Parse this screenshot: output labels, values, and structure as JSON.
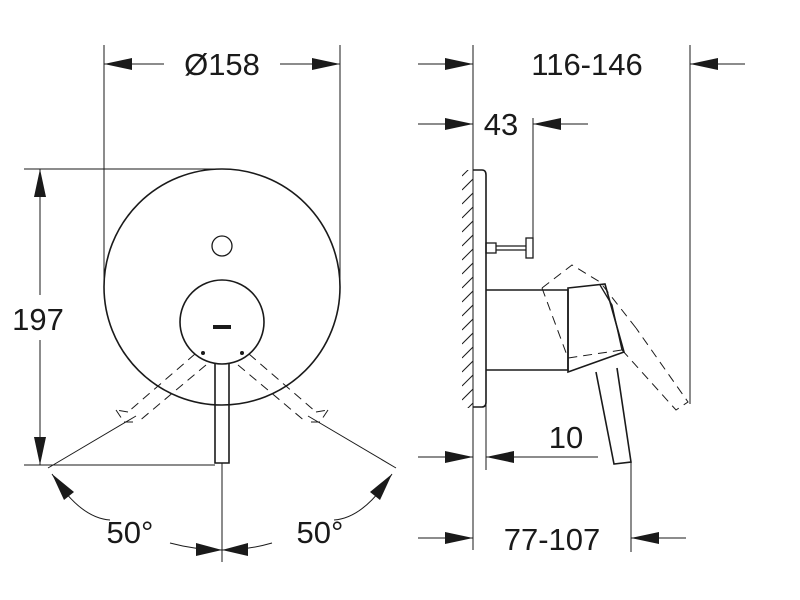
{
  "drawing": {
    "front_view": {
      "diameter_label": "Ø158",
      "height_label": "197",
      "angle_left_label": "50°",
      "angle_right_label": "50°"
    },
    "side_view": {
      "projection_range_label": "116-146",
      "stop_valve_depth_label": "43",
      "offset_label": "10",
      "lever_reach_range_label": "77-107"
    }
  }
}
